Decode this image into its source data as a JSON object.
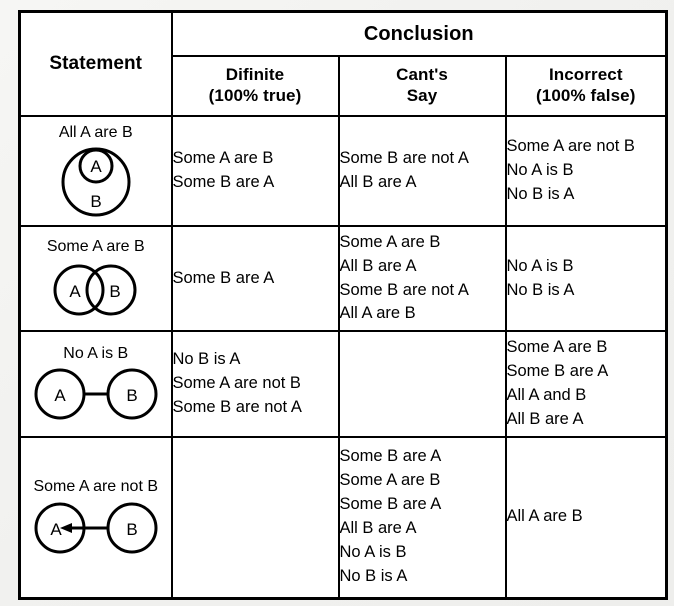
{
  "table": {
    "header": {
      "statement": "Statement",
      "conclusion": "Conclusion",
      "columns": [
        {
          "line1": "Difinite",
          "line2": "(100% true)"
        },
        {
          "line1": "Cant's",
          "line2": "Say"
        },
        {
          "line1": "Incorrect",
          "line2": "(100% false)"
        }
      ]
    },
    "rows": [
      {
        "statement": "All A are B",
        "diagram": "venn-a-inside-b",
        "set_labels": {
          "a": "A",
          "b": "B"
        },
        "definite": [
          "Some A are B",
          "Some B are A"
        ],
        "cant_say": [
          "Some B are not A",
          "All B are A"
        ],
        "incorrect": [
          "Some A are not B",
          "No A is B",
          "No B is A"
        ]
      },
      {
        "statement": "Some A are B",
        "diagram": "venn-a-overlaps-b",
        "set_labels": {
          "a": "A",
          "b": "B"
        },
        "definite": [
          "Some B are A"
        ],
        "cant_say": [
          "Some A are B",
          "All B are A",
          "Some B are not A",
          "All A are B"
        ],
        "incorrect": [
          "No A is B",
          "No B is A"
        ]
      },
      {
        "statement": "No A is B",
        "diagram": "venn-a-separate-b-line",
        "set_labels": {
          "a": "A",
          "b": "B"
        },
        "definite": [
          "No B is A",
          "Some A are not B",
          "Some B are not A"
        ],
        "cant_say": [],
        "incorrect": [
          "Some A are B",
          "Some B are A",
          "All A and B",
          "All B are A"
        ]
      },
      {
        "statement": "Some A are not B",
        "diagram": "venn-a-separate-b-arrow",
        "set_labels": {
          "a": "A",
          "b": "B"
        },
        "definite": [],
        "cant_say": [
          "Some B are A",
          "Some A are B",
          "Some B are A",
          "All B are A",
          "No A is B",
          "No B is A"
        ],
        "incorrect": [
          "All A are B"
        ]
      }
    ]
  },
  "colors": {
    "ink": "#000000",
    "paper": "#ffffff",
    "page_background": "#f2f2f0"
  }
}
